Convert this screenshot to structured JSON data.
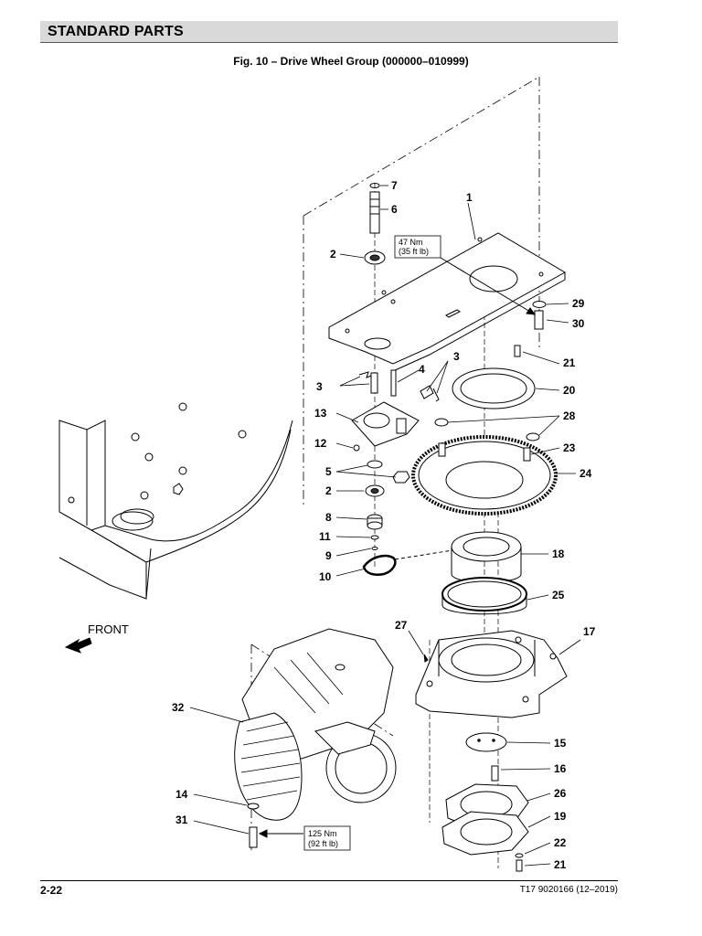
{
  "header": {
    "title": "STANDARD PARTS"
  },
  "figure": {
    "title": "Fig. 10 – Drive Wheel Group (000000–010999)"
  },
  "torque_notes": {
    "upper_line1": "47 Nm",
    "upper_line2": "(35 ft lb)",
    "lower_line1": "125 Nm",
    "lower_line2": "(92 ft lb)"
  },
  "front_label": "FRONT",
  "callouts": {
    "c1": "1",
    "c7": "7",
    "c6": "6",
    "c2a": "2",
    "c29": "29",
    "c30": "30",
    "c3a": "3",
    "c4": "4",
    "c3b": "3",
    "c21a": "21",
    "c20": "20",
    "c13": "13",
    "c28": "28",
    "c12": "12",
    "c23": "23",
    "c5": "5",
    "c24": "24",
    "c2b": "2",
    "c8": "8",
    "c11": "11",
    "c9": "9",
    "c18": "18",
    "c10": "10",
    "c25": "25",
    "c27": "27",
    "c17": "17",
    "c32": "32",
    "c15": "15",
    "c16": "16",
    "c26": "26",
    "c14": "14",
    "c19": "19",
    "c31": "31",
    "c22": "22",
    "c21b": "21"
  },
  "footer": {
    "page": "2-22",
    "doc": "T17 9020166 (12–2019)"
  }
}
